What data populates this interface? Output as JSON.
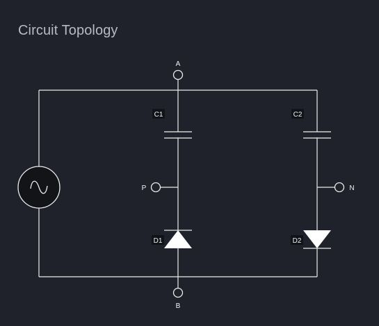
{
  "title": "Circuit Topology",
  "nodes": {
    "a": "A",
    "b": "B",
    "p": "P",
    "n": "N"
  },
  "components": {
    "c1": "C1",
    "c2": "C2",
    "d1": "D1",
    "d2": "D2"
  },
  "source": {
    "icon": "ac-source-icon"
  },
  "colors": {
    "background": "#1f222b",
    "wire": "#ececec",
    "title": "#b7bac3"
  }
}
